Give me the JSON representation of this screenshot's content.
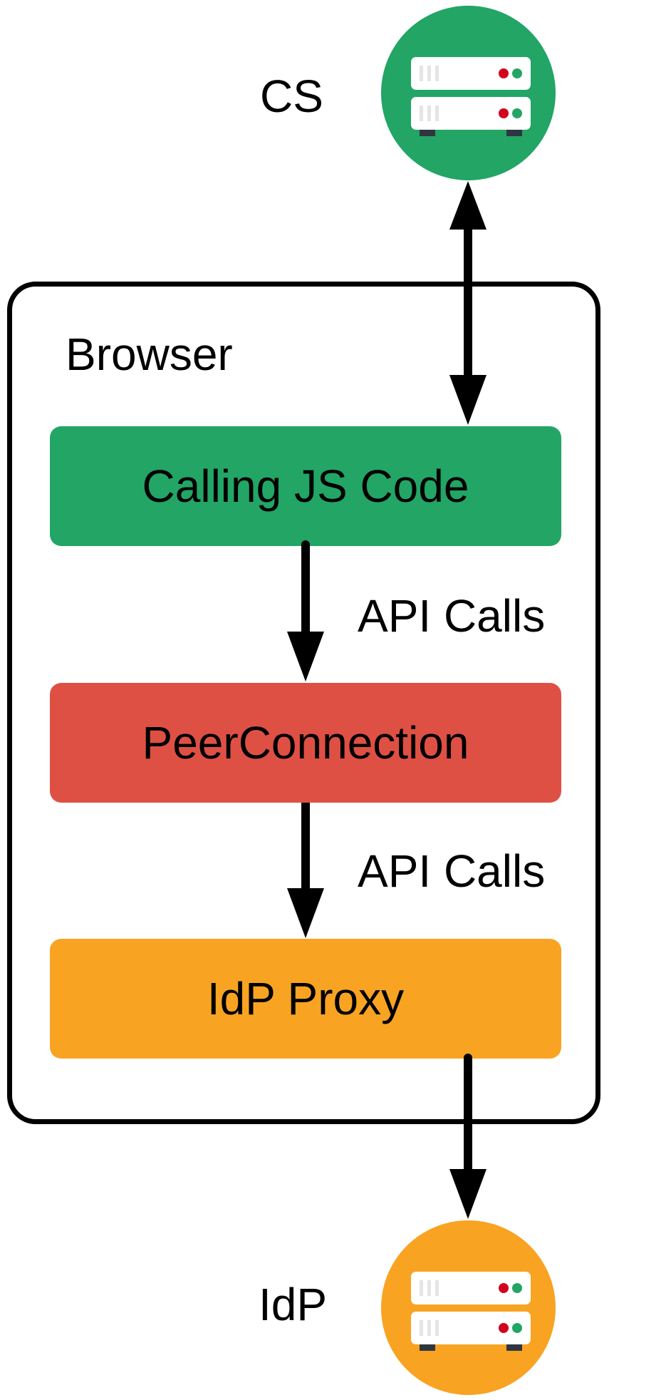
{
  "nodes": {
    "cs": {
      "label": "CS",
      "color": "#22a565",
      "icon": "server-icon"
    },
    "idp": {
      "label": "IdP",
      "color": "#f8a322",
      "icon": "server-icon"
    }
  },
  "browser": {
    "label": "Browser",
    "boxes": [
      {
        "label": "Calling JS Code",
        "color": "#22a565"
      },
      {
        "label": "PeerConnection",
        "color": "#de5044"
      },
      {
        "label": "IdP Proxy",
        "color": "#f8a322"
      }
    ]
  },
  "edges": [
    {
      "from": "CS",
      "to": "Calling JS Code",
      "direction": "bidirectional",
      "label": ""
    },
    {
      "from": "Calling JS Code",
      "to": "PeerConnection",
      "direction": "forward",
      "label": "API Calls"
    },
    {
      "from": "PeerConnection",
      "to": "IdP Proxy",
      "direction": "forward",
      "label": "API Calls"
    },
    {
      "from": "IdP Proxy",
      "to": "IdP",
      "direction": "forward",
      "label": ""
    }
  ],
  "colors": {
    "green": "#22a565",
    "red": "#de5044",
    "orange": "#f8a322",
    "server_body": "#ffffff",
    "server_slot": "#e5e5e5",
    "server_foot": "#2f3640",
    "led_red": "#d0021b",
    "led_green": "#22a565"
  }
}
